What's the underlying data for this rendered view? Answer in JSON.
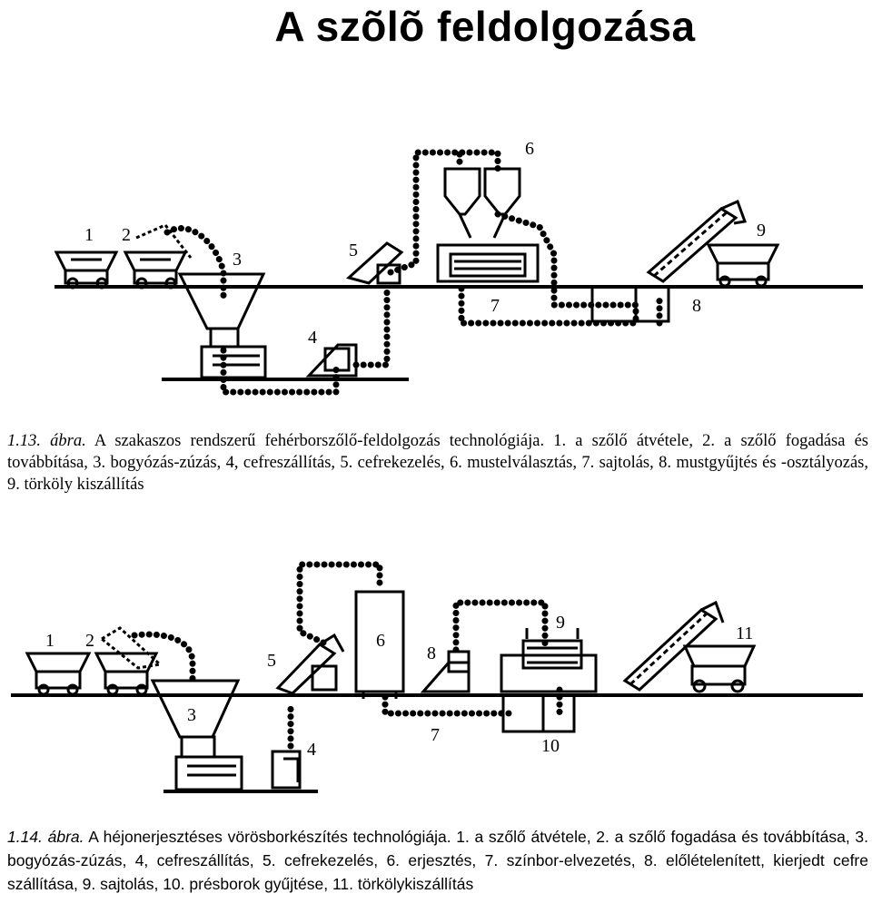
{
  "page": {
    "title": "A szõlõ feldolgozása"
  },
  "figure1": {
    "labels": [
      "1",
      "2",
      "3",
      "4",
      "5",
      "6",
      "7",
      "8",
      "9"
    ],
    "caption_lead": "1.13. ábra.",
    "caption_text": " A szakaszos rendszerű fehérborszőlő-feldolgozás technológiája. 1. a szőlő átvétele, 2. a szőlő fogadása és továbbítása, 3. bogyózás-zúzás, 4, cefreszállítás, 5. cefrekezelés, 6. mustelválasztás, 7. sajtolás, 8. mustgyűjtés és -osztályozás, 9. törköly kiszállítás"
  },
  "figure2": {
    "labels": [
      "1",
      "2",
      "3",
      "4",
      "5",
      "6",
      "7",
      "8",
      "9",
      "10",
      "11"
    ],
    "caption_lead": "1.14. ábra.",
    "caption_text": " A héjonerjesztéses vörösborkészítés technológiája. 1. a szőlő átvétele, 2. a szőlő fogadása és továbbítása, 3. bogyózás-zúzás, 4, cefreszállítás, 5. cefrekezelés, 6. erjesztés, 7. színbor-elvezetés, 8. előlételenített, kierjedt cefre szállítása, 9. sajtolás, 10. présborok gyűjtése, 11. törkölykiszállítás"
  }
}
